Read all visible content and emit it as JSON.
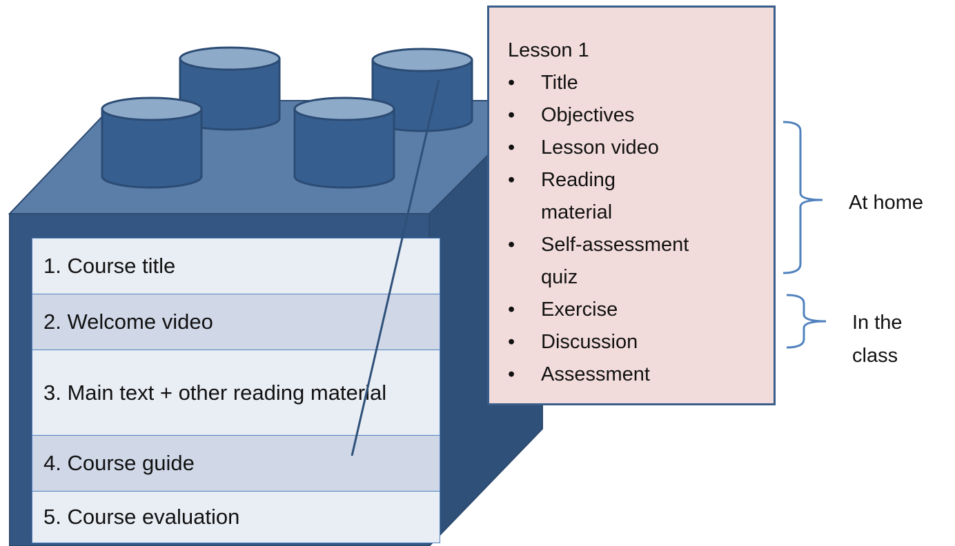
{
  "course_components": [
    "1. Course title",
    "2. Welcome video",
    "3. Main text + other reading material",
    "4. Course guide",
    "5. Course evaluation"
  ],
  "lesson": {
    "title": "Lesson 1",
    "items": [
      "Title",
      "Objectives",
      "Lesson video",
      "Reading material",
      "Self-assessment quiz",
      "Exercise",
      "Discussion",
      "Assessment"
    ]
  },
  "groups": {
    "at_home": "At home",
    "in_class": "In the class"
  },
  "colors": {
    "brick_face": "#2e5079",
    "brick_top": "#5b7ea8",
    "stud": "#365e8f",
    "stud_top": "#8eaac9",
    "lesson_box": "#f2dcdb",
    "bracket": "#4f81bd"
  }
}
